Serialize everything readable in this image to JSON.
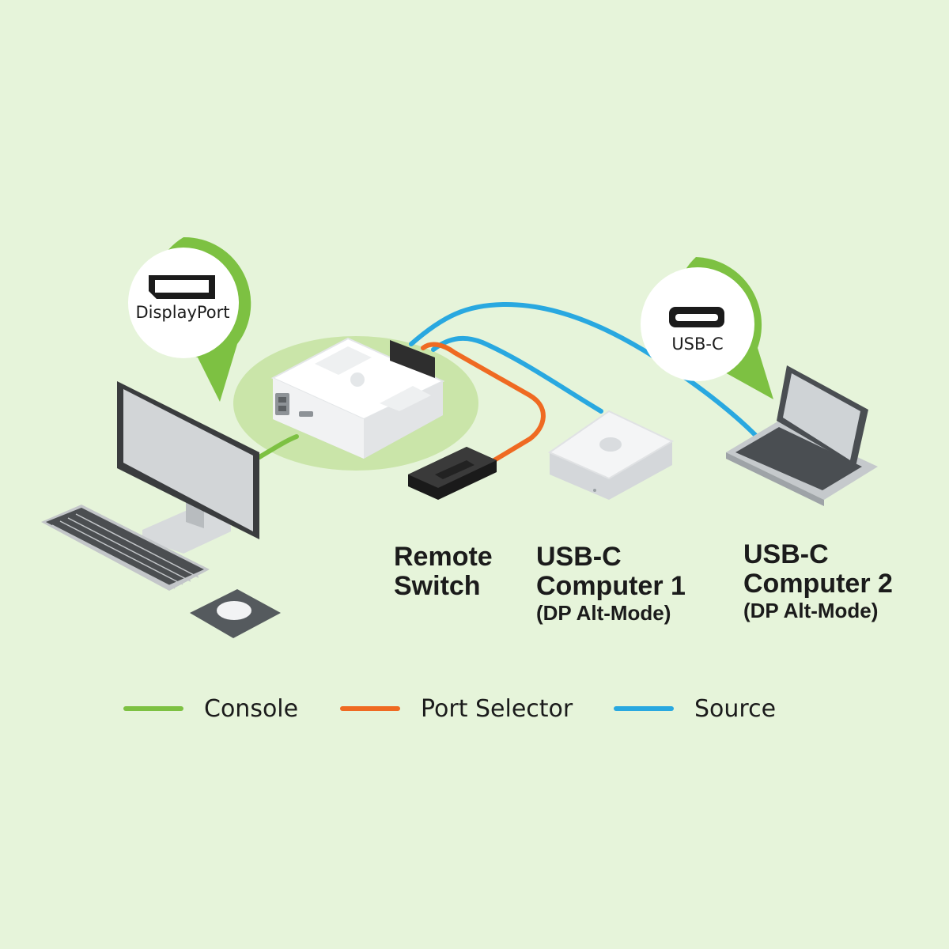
{
  "callouts": {
    "console_connector": "DisplayPort",
    "source_connector": "USB-C"
  },
  "devices": {
    "remote": {
      "line1": "Remote",
      "line2": "Switch"
    },
    "computer1": {
      "line1": "USB-C",
      "line2": "Computer 1",
      "line3": "(DP Alt-Mode)"
    },
    "computer2": {
      "line1": "USB-C",
      "line2": "Computer 2",
      "line3": "(DP Alt-Mode)"
    }
  },
  "legend": [
    {
      "label": "Console",
      "color": "#7dc142"
    },
    {
      "label": "Port Selector",
      "color": "#ef6a22"
    },
    {
      "label": "Source",
      "color": "#29a8e0"
    }
  ],
  "colors": {
    "background": "#e6f4da",
    "console": "#7dc142",
    "port_selector": "#ef6a22",
    "source": "#29a8e0"
  }
}
